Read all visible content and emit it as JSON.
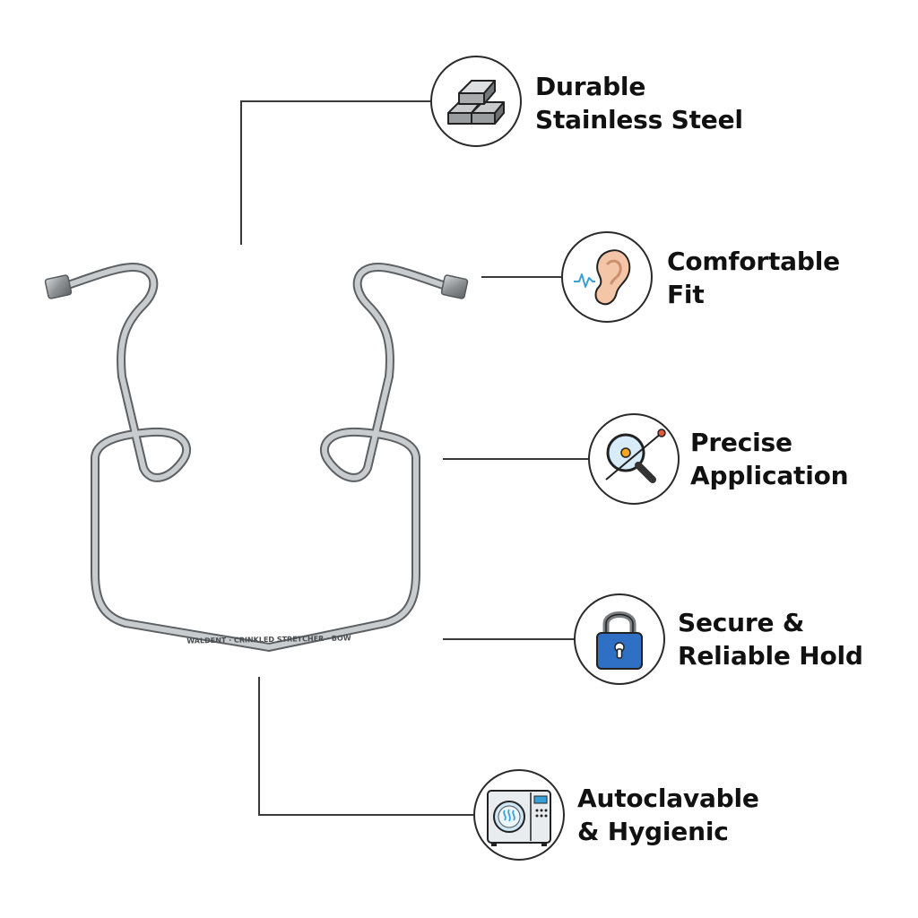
{
  "product": {
    "name": "wire stretcher frame",
    "engraving": "WALDENT · CRINKLED STRETCHER · BOW"
  },
  "features": [
    {
      "id": "durable",
      "icon": "steel-ingots-icon",
      "line1": "Durable",
      "line2": "Stainless Steel"
    },
    {
      "id": "comfortable",
      "icon": "ear-icon",
      "line1": "Comfortable",
      "line2": "Fit"
    },
    {
      "id": "precise",
      "icon": "magnifier-target-icon",
      "line1": "Precise",
      "line2": "Application"
    },
    {
      "id": "secure",
      "icon": "padlock-icon",
      "line1": "Secure &",
      "line2": "Reliable Hold"
    },
    {
      "id": "autoclavable",
      "icon": "autoclave-icon",
      "line1": "Autoclavable",
      "line2": "& Hygienic"
    }
  ],
  "colors": {
    "line": "#3a3a3a",
    "steel": "#8a8d90",
    "lock_blue": "#2f6fc4",
    "ear_skin": "#f4c5a6",
    "target_orange": "#f5a623"
  }
}
